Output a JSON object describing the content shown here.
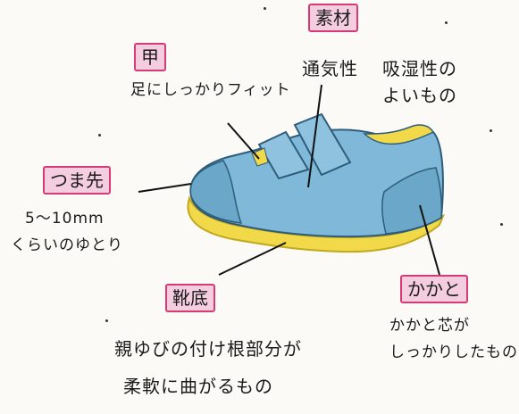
{
  "labels": {
    "upper": {
      "title": "甲",
      "desc": "足にしっかりフィット"
    },
    "material": {
      "title": "素材",
      "desc1": "通気性",
      "desc2": "吸湿性の",
      "desc3": "よいもの"
    },
    "toe": {
      "title": "つま先",
      "desc1": "5〜10mm",
      "desc2": "くらいのゆとり"
    },
    "sole": {
      "title": "靴底",
      "desc1": "親ゆびの付け根部分が",
      "desc2": "柔軟に曲がるもの"
    },
    "heel": {
      "title": "かかと",
      "desc1": "かかと芯が",
      "desc2": "しっかりしたもの"
    }
  },
  "colors": {
    "shoe_body": "#7fb8d8",
    "shoe_sole": "#f1d94a",
    "label_fill": "#f4cde0",
    "label_border": "#d63c73"
  }
}
